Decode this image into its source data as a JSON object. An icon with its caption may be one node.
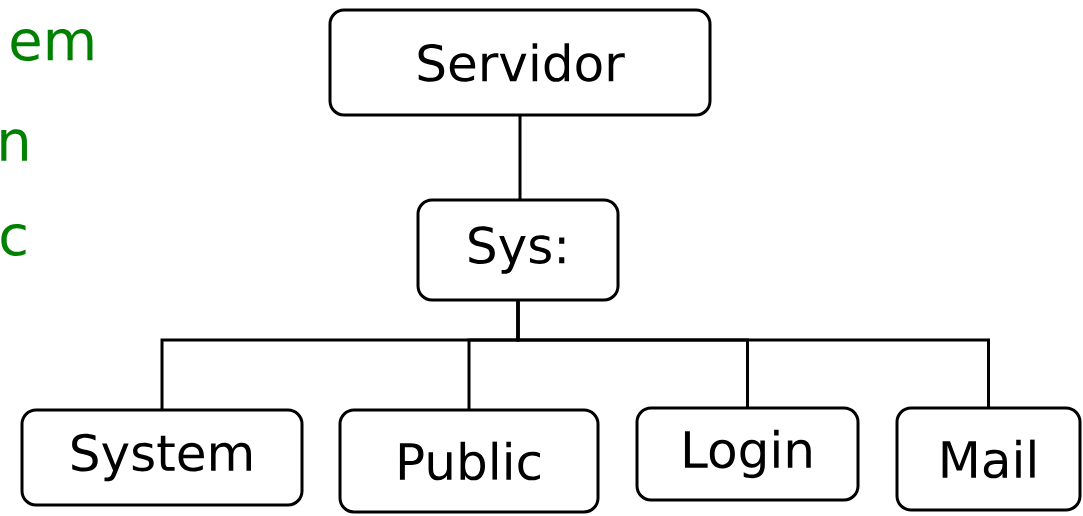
{
  "diagram": {
    "nodes": [
      {
        "text": [
          "Servidor"
        ]
      },
      {
        "text": [
          "Sys:"
        ]
      },
      {
        "text": [
          "System"
        ]
      },
      {
        "text": [
          "Public"
        ]
      },
      {
        "text": [
          "Login"
        ]
      },
      {
        "text": [
          "Mail"
        ]
      }
    ],
    "edges": [
      {
        "from": 0,
        "to": 1,
        "arrow": "none"
      },
      {
        "from": 1,
        "to": 2,
        "arrow": "none"
      },
      {
        "from": 1,
        "to": 3,
        "arrow": "none"
      },
      {
        "from": 1,
        "to": 4,
        "arrow": "none"
      },
      {
        "from": 1,
        "to": 5,
        "arrow": "none"
      }
    ],
    "labels": [
      "em",
      "n",
      "c"
    ]
  }
}
